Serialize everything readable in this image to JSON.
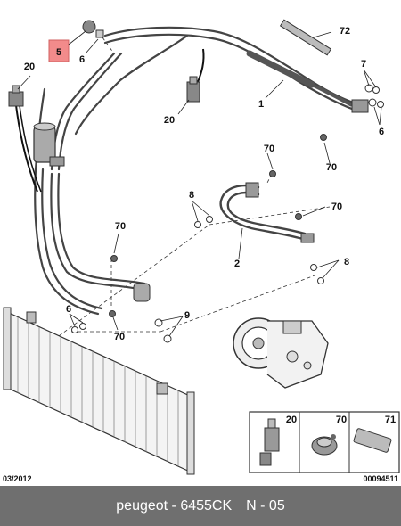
{
  "callouts": {
    "c5": "5",
    "c6a": "6",
    "c72": "72",
    "c7": "7",
    "c1": "1",
    "c20a": "20",
    "c20b": "20",
    "c6b": "6",
    "c70a": "70",
    "c70b": "70",
    "c8a": "8",
    "c70c": "70",
    "c70d": "70",
    "c2": "2",
    "c8b": "8",
    "c6c": "6",
    "c9": "9",
    "c70e": "70"
  },
  "legend": {
    "k20": "20",
    "k70": "70",
    "k71": "71"
  },
  "stamps": {
    "date": "03/2012",
    "ref": "00094511"
  },
  "footer": {
    "brand": "peugeot",
    "part": "6455CK",
    "page": "N - 05"
  },
  "colors": {
    "highlight": "#f28b8b",
    "footer_bg": "#6f6f6f"
  }
}
